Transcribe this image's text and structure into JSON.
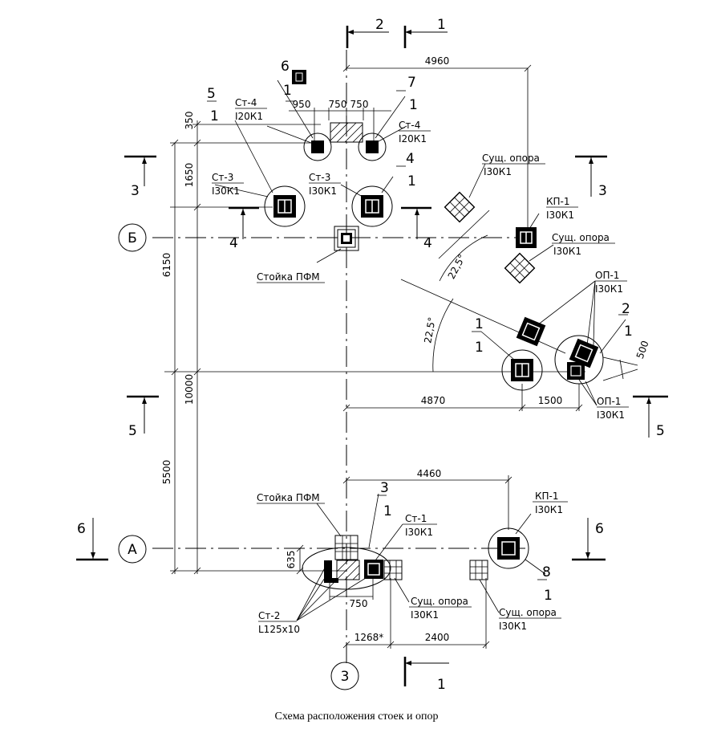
{
  "caption": "Схема расположения стоек и опор",
  "axes": {
    "A": "А",
    "B": "Б",
    "three": "3"
  },
  "section_marks": {
    "s1": "1",
    "s2": "2",
    "s3": "3",
    "s4": "4",
    "s5": "5",
    "s6": "6"
  },
  "dimensions": {
    "d4960": "4960",
    "d950": "950",
    "d750a": "750",
    "d750b": "750",
    "d350": "350",
    "d1650": "1650",
    "d6150": "6150",
    "d10000": "10000",
    "d5500": "5500",
    "d4870": "4870",
    "d1500": "1500",
    "d500": "500",
    "d4460": "4460",
    "d635": "635",
    "d750c": "750",
    "d1268": "1268*",
    "d2400": "2400",
    "ang1": "22,5°",
    "ang2": "22,5°"
  },
  "labels": {
    "st4_left": {
      "name": "Ст-4",
      "profile": "I20К1"
    },
    "st4_right": {
      "name": "Ст-4",
      "profile": "I20К1"
    },
    "st3_left": {
      "name": "Ст-3",
      "profile": "I30К1"
    },
    "st3_right": {
      "name": "Ст-3",
      "profile": "I30К1"
    },
    "exist_top": {
      "name": "Сущ. опора",
      "profile": "I30К1"
    },
    "kp1_top": {
      "name": "КП-1",
      "profile": "I30К1"
    },
    "exist_mid": {
      "name": "Сущ. опора",
      "profile": "I30К1"
    },
    "op1_top": {
      "name": "ОП-1",
      "profile": "I30К1"
    },
    "op1_bot": {
      "name": "ОП-1",
      "profile": "I30К1"
    },
    "pfm_top": "Стойка ПФМ",
    "pfm_bot": "Стойка ПФМ",
    "st1": {
      "name": "Ст-1",
      "profile": "I30К1"
    },
    "kp1_bot": {
      "name": "КП-1",
      "profile": "I30К1"
    },
    "st2": {
      "name": "Ст-2",
      "profile": "L125x10"
    },
    "exist_bot1": {
      "name": "Сущ. опора",
      "profile": "I30К1"
    },
    "exist_bot2": {
      "name": "Сущ. опора",
      "profile": "I30К1"
    }
  },
  "node_refs": {
    "n6": {
      "num": "6",
      "sheet": "1"
    },
    "n7": {
      "num": "7",
      "sheet": "1"
    },
    "n5": {
      "num": "5",
      "sheet": "1"
    },
    "n4": {
      "num": "4",
      "sheet": "1"
    },
    "n2": {
      "num": "2",
      "sheet": "1"
    },
    "n1": {
      "num": "1",
      "sheet": "1"
    },
    "n3": {
      "num": "3",
      "sheet": "1"
    },
    "n8": {
      "num": "8",
      "sheet": "1"
    }
  }
}
